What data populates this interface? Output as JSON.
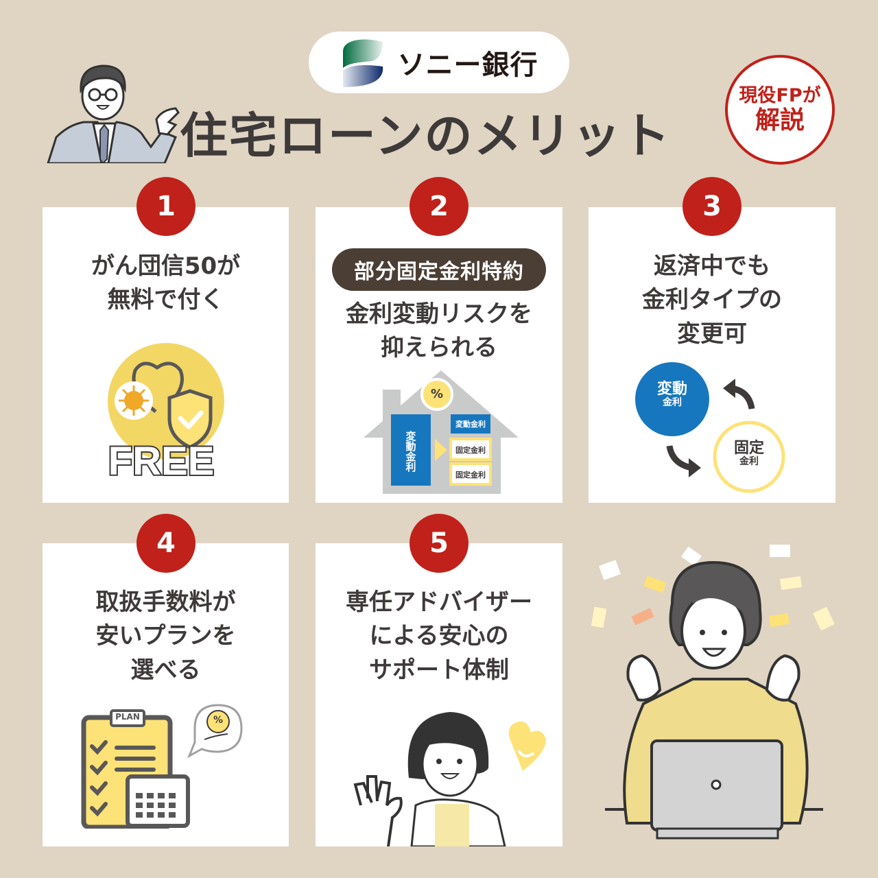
{
  "header": {
    "logo_text": "ソニー銀行",
    "title": "住宅ローンのメリット",
    "badge": {
      "line1": "現役FPが",
      "line2": "解説"
    }
  },
  "colors": {
    "background": "#e0d4c3",
    "accent_red": "#c0211a",
    "text_dark": "#3e3a39",
    "blue": "#1677be",
    "yellow": "#f3d765",
    "pill_brown": "#4a3e35"
  },
  "cards": [
    {
      "number": "1",
      "lines": [
        "がん団信50が",
        "無料で付く"
      ],
      "illustration": {
        "label": "FREE"
      }
    },
    {
      "number": "2",
      "tag": "部分固定金利特約",
      "lines": [
        "金利変動リスクを",
        "抑えられる"
      ],
      "illustration": {
        "percent": "%",
        "left_label": "変動金利",
        "right_labels": [
          "変動金利",
          "固定金利",
          "固定金利"
        ]
      }
    },
    {
      "number": "3",
      "lines": [
        "返済中でも",
        "金利タイプの",
        "変更可"
      ],
      "illustration": {
        "variable_main": "変動",
        "variable_sub": "金利",
        "fixed_main": "固定",
        "fixed_sub": "金利"
      }
    },
    {
      "number": "4",
      "lines": [
        "取扱手数料が",
        "安いプランを",
        "選べる"
      ],
      "illustration": {
        "clipboard_label": "PLAN",
        "bubble_symbol": "%"
      }
    },
    {
      "number": "5",
      "lines": [
        "専任アドバイザー",
        "による安心の",
        "サポート体制"
      ]
    }
  ]
}
